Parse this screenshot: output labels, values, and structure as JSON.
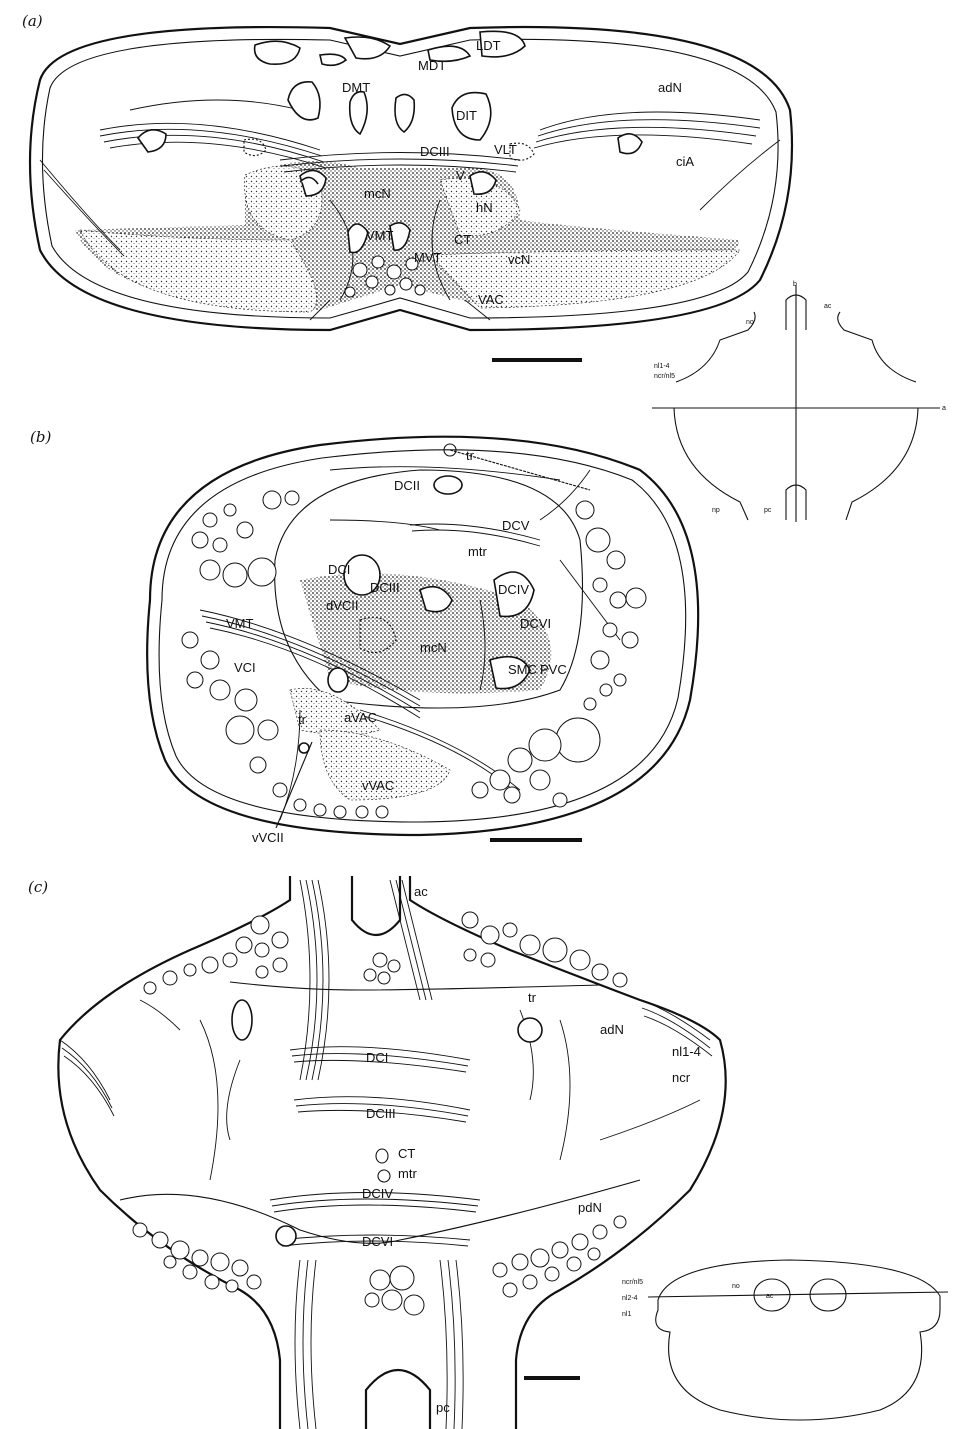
{
  "panels": [
    {
      "id": "a",
      "label": "(a)",
      "structure_labels": [
        "LDT",
        "MDT",
        "DMT",
        "DIT",
        "adN",
        "VLT",
        "DCIII",
        "ciA",
        "V",
        "mcN",
        "hN",
        "VMT",
        "CT",
        "MVT",
        "vcN",
        "VAC"
      ],
      "inset_labels": [
        "b",
        "ac",
        "no",
        "nl1-4",
        "ncr/nl5",
        "a",
        "np",
        "pc"
      ]
    },
    {
      "id": "b",
      "label": "(b)",
      "structure_labels": [
        "tr",
        "DCII",
        "DCV",
        "mtr",
        "DCI",
        "DCIII",
        "DCIV",
        "DCVI",
        "dVCII",
        "VMT",
        "mcN",
        "VCI",
        "SMC",
        "PVC",
        "tr",
        "aVAC",
        "vVAC",
        "vVCII"
      ]
    },
    {
      "id": "c",
      "label": "(c)",
      "structure_labels": [
        "ac",
        "tr",
        "adN",
        "nl1-4",
        "ncr",
        "DCI",
        "DCIII",
        "CT",
        "mtr",
        "DCIV",
        "pdN",
        "DCVI",
        "pc"
      ],
      "inset_labels": [
        "ncr/nl5",
        "nl2-4",
        "nl1",
        "no",
        "ac"
      ]
    }
  ]
}
